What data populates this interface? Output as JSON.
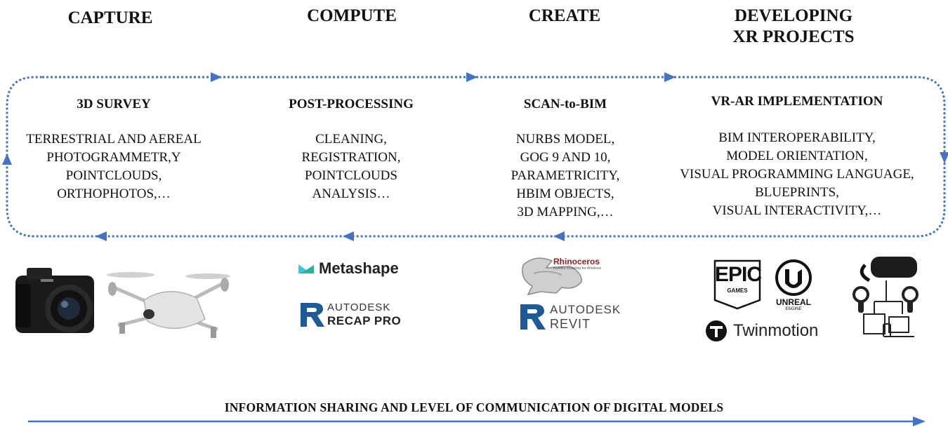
{
  "phases": [
    {
      "line1": "CAPTURE",
      "line2": ""
    },
    {
      "line1": "COMPUTE",
      "line2": ""
    },
    {
      "line1": "CREATE",
      "line2": ""
    },
    {
      "line1": "DEVELOPING",
      "line2": "XR PROJECTS"
    }
  ],
  "stages": [
    {
      "title": "3D SURVEY",
      "items": [
        "TERRESTRIAL AND AEREAL",
        "PHOTOGRAMMETR,Y",
        "POINTCLOUDS,",
        "ORTHOPHOTOS,…"
      ]
    },
    {
      "title": "POST-PROCESSING",
      "items": [
        "CLEANING,",
        "REGISTRATION,",
        "POINTCLOUDS",
        "ANALYSIS…"
      ]
    },
    {
      "title": "SCAN-to-BIM",
      "items": [
        "NURBS MODEL,",
        "GOG 9 AND 10,",
        "PARAMETRICITY,",
        "HBIM OBJECTS,",
        "3D MAPPING,…"
      ]
    },
    {
      "title": "VR-AR IMPLEMENTATION",
      "items": [
        "BIM INTEROPERABILITY,",
        "MODEL ORIENTATION,",
        "VISUAL PROGRAMMING LANGUAGE,",
        "BLUEPRINTS,",
        "VISUAL INTERACTIVITY,…"
      ]
    }
  ],
  "logos": {
    "metashape": "Metashape",
    "recap_line1": "AUTODESK",
    "recap_line2": "RECAP PRO",
    "rhino_title": "Rhinoceros",
    "rhino_sub": "NURBS modeling for Windows",
    "revit_line1": "AUTODESK",
    "revit_line2": "REVIT",
    "epic_line1": "EPIC",
    "epic_line2": "GAMES",
    "unreal_line1": "UNREAL",
    "unreal_line2": "ENGINE",
    "twinmotion": "Twinmotion"
  },
  "footer": "INFORMATION SHARING AND LEVEL OF COMMUNICATION OF DIGITAL MODELS",
  "colors": {
    "arrow": "#4472c4",
    "metashape_accent": "#2bb3a0",
    "recap_accent": "#1e5a96"
  },
  "icons": [
    "camera-icon",
    "drone-icon",
    "vr-headset-icon",
    "devices-icon"
  ]
}
